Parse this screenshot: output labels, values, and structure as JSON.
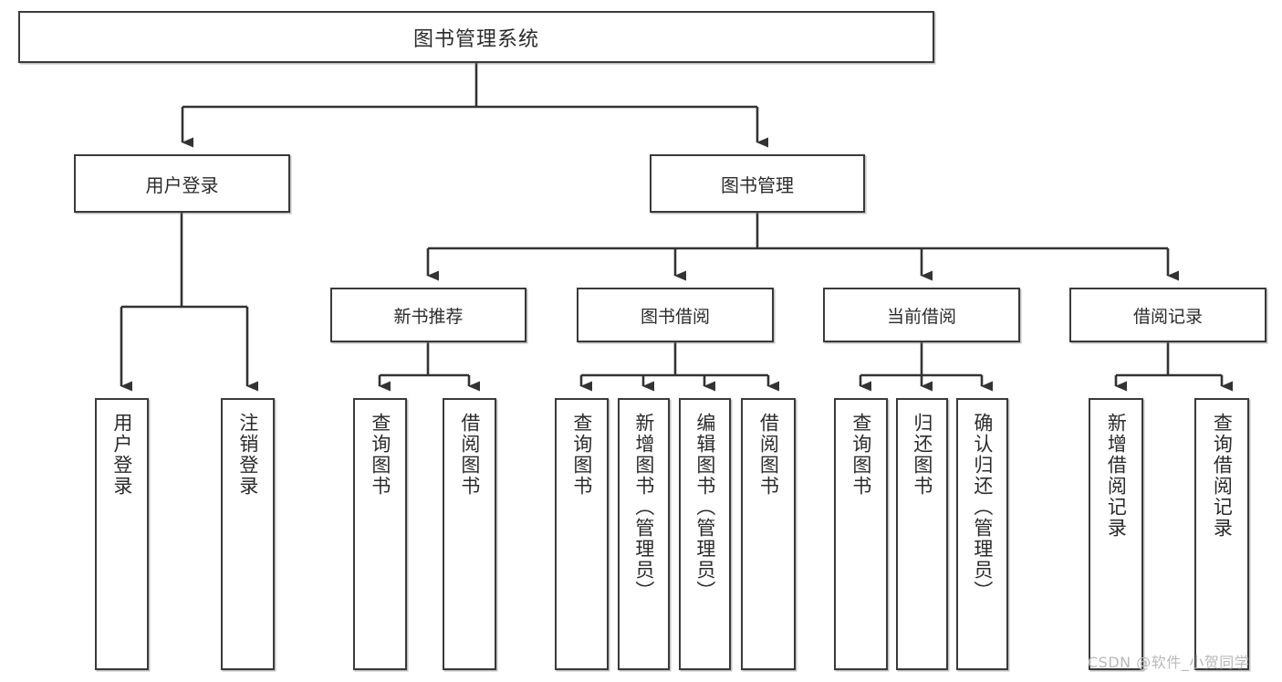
{
  "diagram": {
    "type": "tree",
    "title": "图书管理系统",
    "root": {
      "label": "图书管理系统"
    },
    "level1": [
      {
        "label": "用户登录"
      },
      {
        "label": "图书管理"
      }
    ],
    "level2": [
      {
        "label": "新书推荐"
      },
      {
        "label": "图书借阅"
      },
      {
        "label": "当前借阅"
      },
      {
        "label": "借阅记录"
      }
    ],
    "leaves": {
      "user_login": [
        {
          "label": "用户登录"
        },
        {
          "label": "注销登录"
        }
      ],
      "new_book": [
        {
          "label": "查询图书"
        },
        {
          "label": "借阅图书"
        }
      ],
      "book_borrow": [
        {
          "label": "查询图书"
        },
        {
          "label": "新增图书（管理员）"
        },
        {
          "label": "编辑图书（管理员）"
        },
        {
          "label": "借阅图书"
        }
      ],
      "current_borrow": [
        {
          "label": "查询图书"
        },
        {
          "label": "归还图书"
        },
        {
          "label": "确认归还（管理员）"
        }
      ],
      "borrow_record": [
        {
          "label": "新增借阅记录"
        },
        {
          "label": "查询借阅记录"
        }
      ]
    }
  },
  "watermark": {
    "text": "CSDN @软件_小贺同学"
  },
  "colors": {
    "box_border": "#3a3a3a",
    "box_fill": "#ffffff",
    "text": "#2b2b2b",
    "line": "#333333",
    "watermark": "#b9b9b9"
  }
}
